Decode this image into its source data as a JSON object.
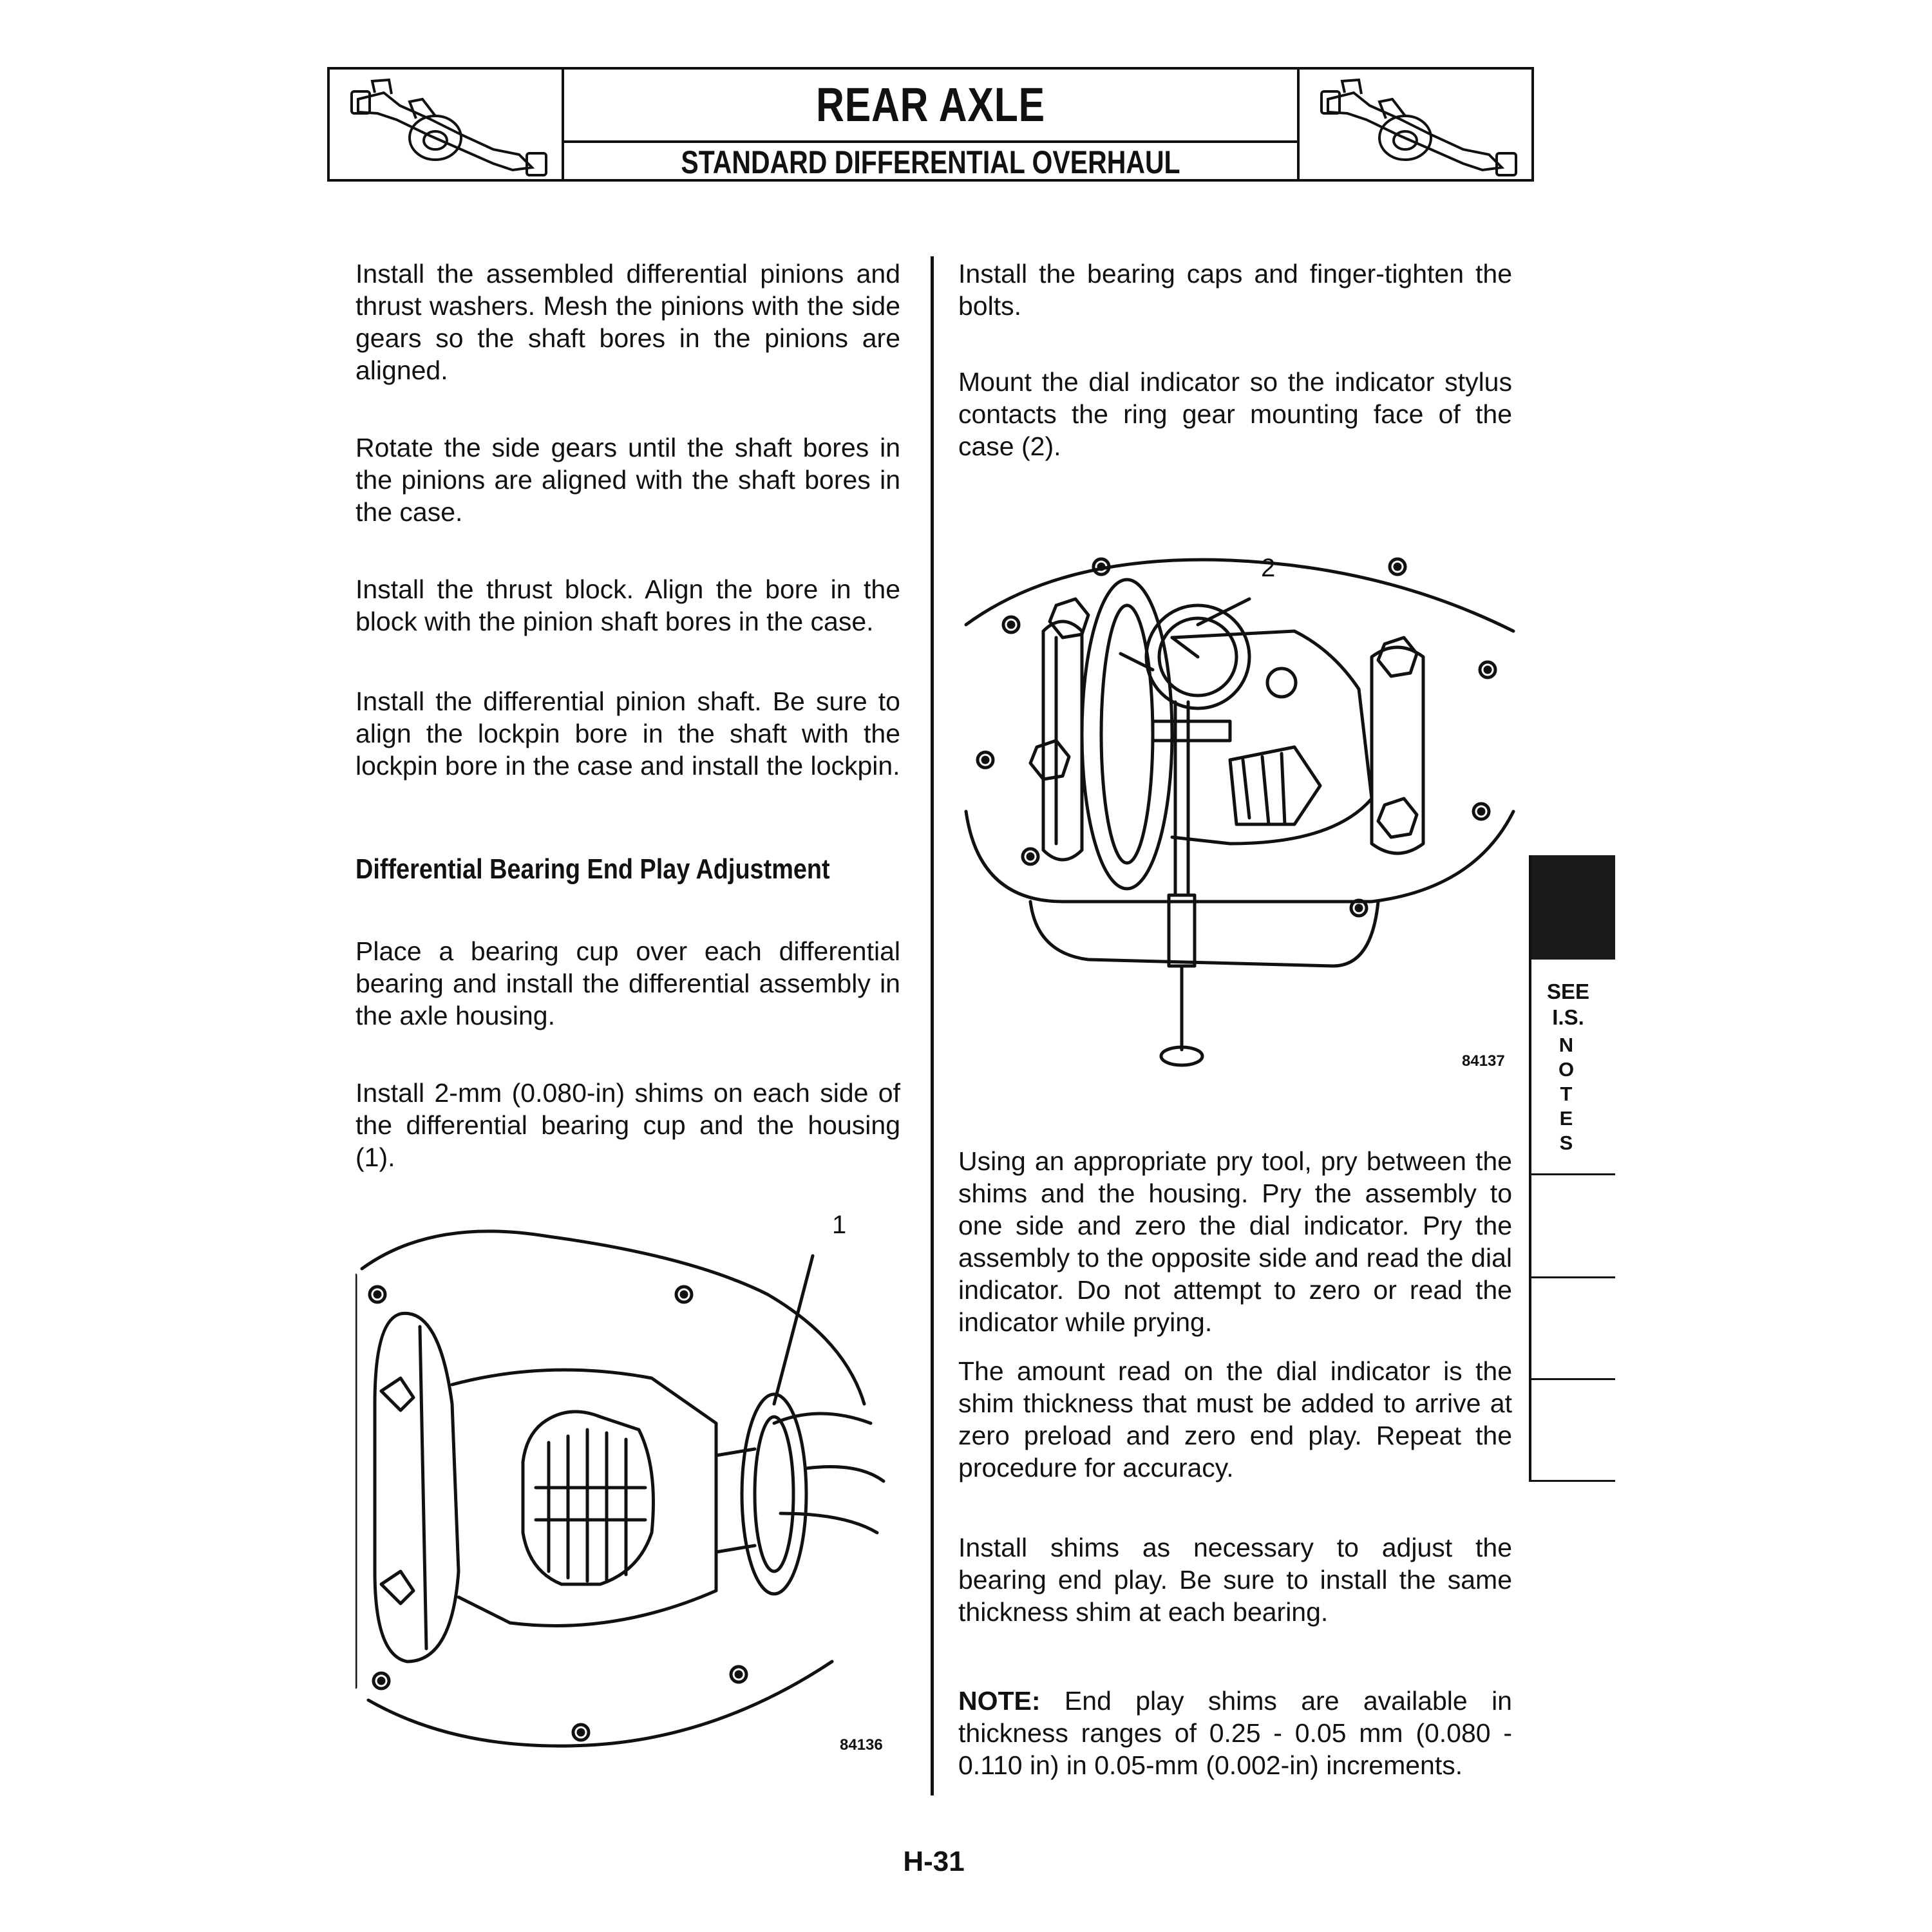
{
  "header": {
    "title": "REAR AXLE",
    "subtitle": "STANDARD DIFFERENTIAL OVERHAUL",
    "left_icon": "rear-axle-illustration",
    "right_icon": "rear-axle-illustration"
  },
  "left_column": {
    "paragraphs": [
      "Install the assembled differential pinions and thrust washers. Mesh the pinions with the side gears so the shaft bores in the pinions are aligned.",
      "Rotate the side gears until the shaft bores in the pinions are aligned with the shaft bores in the case.",
      "Install the thrust block. Align the bore in the block with the pinion shaft bores in the case.",
      "Install the differential pinion shaft. Be sure to align the lockpin bore in the shaft with the lockpin bore in the case and install the lockpin."
    ],
    "heading": "Differential Bearing End Play Adjustment",
    "paragraphs_after_heading": [
      "Place a bearing cup over each differential bearing and install the differential assembly in the axle housing.",
      "Install 2-mm (0.080-in) shims on each side of the differential bearing cup and the housing (1)."
    ],
    "figure": {
      "callout": "1",
      "number": "84136"
    }
  },
  "right_column": {
    "paragraphs": [
      "Install the bearing caps and finger-tighten the bolts.",
      "Mount the dial indicator so the indicator stylus contacts the ring gear mounting face of the case (2)."
    ],
    "figure": {
      "callout": "2",
      "number": "84137"
    },
    "paragraphs_after_figure": [
      "Using an appropriate pry tool, pry between the shims and the housing. Pry the assembly to one side and zero the dial indicator. Pry the assembly to the opposite side and read the dial indicator. Do not attempt to zero or read the indicator while prying.",
      "The amount read on the dial indicator is the shim thickness that must be added to arrive at zero preload and zero end play. Repeat the procedure for accuracy.",
      "Install shims as necessary to adjust the bearing end play. Be sure to install the same thickness shim at each bearing."
    ],
    "note": {
      "label": "NOTE:",
      "text": " End play shims are available in thickness ranges of 0.25 - 0.05 mm (0.080 - 0.110 in) in 0.05-mm (0.002-in) increments."
    }
  },
  "side_tab": {
    "see": "SEE",
    "is": "I.S.",
    "notes_letters": [
      "N",
      "O",
      "T",
      "E",
      "S"
    ]
  },
  "footer": {
    "page_number": "H-31"
  }
}
